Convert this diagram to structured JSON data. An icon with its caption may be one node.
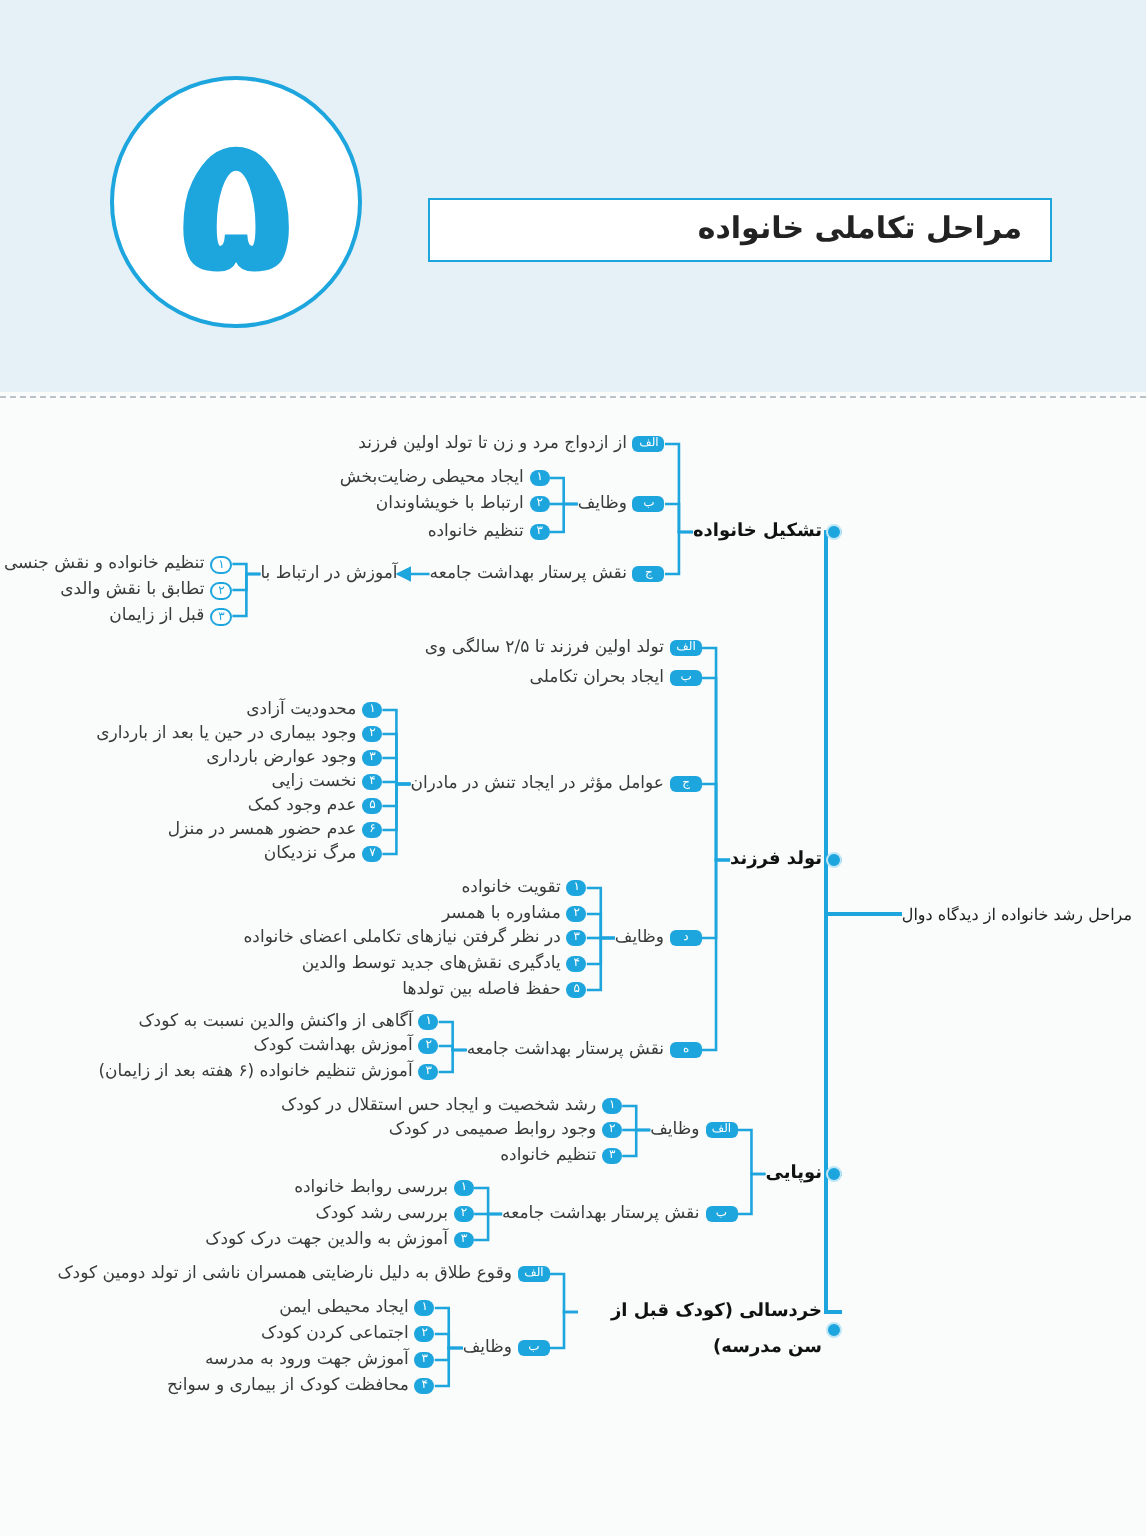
{
  "diagram": {
    "title": "مراحل تکاملی خانواده",
    "nodes": [
      {
        "text": [
          "مراحل رشد خانواده از دیدگاه دوال"
        ]
      },
      {
        "text": [
          "تشکیل خانواده"
        ]
      },
      {
        "text": [
          "تولد فرزند"
        ]
      },
      {
        "text": [
          "نوپایی"
        ]
      },
      {
        "text": [
          "خردسالی (کودک قبل از سن مدرسه)"
        ]
      },
      {
        "text": [
          "الف",
          "از ازدواج مرد و زن تا تولد اولین فرزند"
        ]
      },
      {
        "text": [
          "ب",
          "وظایف"
        ]
      },
      {
        "text": [
          "ج",
          "نقش پرستار بهداشت جامعه"
        ]
      },
      {
        "text": [
          "۱",
          "ایجاد محیطی رضایت‌بخش"
        ]
      },
      {
        "text": [
          "۲",
          "ارتباط با خویشاوندان"
        ]
      },
      {
        "text": [
          "۳",
          "تنظیم خانواده"
        ]
      },
      {
        "text": [
          "آموزش در ارتباط با"
        ]
      },
      {
        "text": [
          "۱",
          "تنظیم خانواده و نقش جنسی"
        ]
      },
      {
        "text": [
          "۲",
          "تطابق با نقش والدی"
        ]
      },
      {
        "text": [
          "۳",
          "قبل از زایمان"
        ]
      },
      {
        "text": [
          "الف",
          "تولد اولین فرزند تا ۲/۵ سالگی وی"
        ]
      },
      {
        "text": [
          "ب",
          "ایجاد بحران تکاملی"
        ]
      },
      {
        "text": [
          "ج",
          "عوامل مؤثر در ایجاد تنش در مادران"
        ]
      },
      {
        "text": [
          "د",
          "وظایف"
        ]
      },
      {
        "text": [
          "ه",
          "نقش پرستار بهداشت جامعه"
        ]
      },
      {
        "text": [
          "۱",
          "محدودیت آزادی"
        ]
      },
      {
        "text": [
          "۲",
          "وجود بیماری در حین یا بعد از بارداری"
        ]
      },
      {
        "text": [
          "۳",
          "وجود عوارض بارداری"
        ]
      },
      {
        "text": [
          "۴",
          "نخست زایی"
        ]
      },
      {
        "text": [
          "۵",
          "عدم وجود کمک"
        ]
      },
      {
        "text": [
          "۶",
          "عدم حضور همسر در منزل"
        ]
      },
      {
        "text": [
          "۷",
          "مرگ نزدیکان"
        ]
      },
      {
        "text": [
          "۱",
          "تقویت خانواده"
        ]
      },
      {
        "text": [
          "۲",
          "مشاوره با همسر"
        ]
      },
      {
        "text": [
          "۳",
          "در نظر گرفتن نیازهای تکاملی اعضای خانواده"
        ]
      },
      {
        "text": [
          "۴",
          "یادگیری نقش‌های جدید توسط والدین"
        ]
      },
      {
        "text": [
          "۵",
          "حفظ فاصله بین تولدها"
        ]
      },
      {
        "text": [
          "۱",
          "آگاهی از واکنش والدین نسبت به کودک"
        ]
      },
      {
        "text": [
          "۲",
          "آموزش بهداشت کودک"
        ]
      },
      {
        "text": [
          "۳",
          "آموزش تنظیم خانواده (۶ هفته بعد از زایمان)"
        ]
      },
      {
        "text": [
          "الف",
          "وظایف"
        ]
      },
      {
        "text": [
          "ب",
          "نقش پرستار بهداشت جامعه"
        ]
      },
      {
        "text": [
          "۱",
          "رشد شخصیت و ایجاد حس استقلال در کودک"
        ]
      },
      {
        "text": [
          "۲",
          "وجود روابط صمیمی در کودک"
        ]
      },
      {
        "text": [
          "۳",
          "تنظیم خانواده"
        ]
      },
      {
        "text": [
          "۱",
          "بررسی روابط خانواده"
        ]
      },
      {
        "text": [
          "۲",
          "بررسی رشد کودک"
        ]
      },
      {
        "text": [
          "۳",
          "آموزش به والدین جهت درک کودک"
        ]
      },
      {
        "text": [
          "الف",
          "وقوع طلاق به دلیل نارضایتی همسران ناشی از تولد دومین کودک"
        ]
      },
      {
        "text": [
          "ب",
          "وظایف"
        ]
      },
      {
        "text": [
          "۱",
          "ایجاد محیطی ایمن"
        ]
      },
      {
        "text": [
          "۲",
          "اجتماعی کردن کودک"
        ]
      },
      {
        "text": [
          "۳",
          "آموزش جهت ورود به مدرسه"
        ]
      },
      {
        "text": [
          "۴",
          "محافظت کودک از بیماری و سوانح"
        ]
      }
    ],
    "edges": [
      {
        "from": 0,
        "to": 1,
        "arrow": "none"
      },
      {
        "from": 0,
        "to": 2,
        "arrow": "none"
      },
      {
        "from": 0,
        "to": 3,
        "arrow": "none"
      },
      {
        "from": 0,
        "to": 4,
        "arrow": "none"
      },
      {
        "from": 1,
        "to": 5,
        "arrow": "none"
      },
      {
        "from": 1,
        "to": 6,
        "arrow": "none"
      },
      {
        "from": 1,
        "to": 7,
        "arrow": "none"
      },
      {
        "from": 6,
        "to": 8,
        "arrow": "none"
      },
      {
        "from": 6,
        "to": 9,
        "arrow": "none"
      },
      {
        "from": 6,
        "to": 10,
        "arrow": "none"
      },
      {
        "from": 7,
        "to": 11,
        "arrow": "to"
      },
      {
        "from": 11,
        "to": 12,
        "arrow": "none"
      },
      {
        "from": 11,
        "to": 13,
        "arrow": "none"
      },
      {
        "from": 11,
        "to": 14,
        "arrow": "none"
      },
      {
        "from": 2,
        "to": 15,
        "arrow": "none"
      },
      {
        "from": 2,
        "to": 16,
        "arrow": "none"
      },
      {
        "from": 2,
        "to": 17,
        "arrow": "none"
      },
      {
        "from": 2,
        "to": 18,
        "arrow": "none"
      },
      {
        "from": 2,
        "to": 19,
        "arrow": "none"
      },
      {
        "from": 17,
        "to": 20,
        "arrow": "none"
      },
      {
        "from": 17,
        "to": 21,
        "arrow": "none"
      },
      {
        "from": 17,
        "to": 22,
        "arrow": "none"
      },
      {
        "from": 17,
        "to": 23,
        "arrow": "none"
      },
      {
        "from": 17,
        "to": 24,
        "arrow": "none"
      },
      {
        "from": 17,
        "to": 25,
        "arrow": "none"
      },
      {
        "from": 17,
        "to": 26,
        "arrow": "none"
      },
      {
        "from": 18,
        "to": 27,
        "arrow": "none"
      },
      {
        "from": 18,
        "to": 28,
        "arrow": "none"
      },
      {
        "from": 18,
        "to": 29,
        "arrow": "none"
      },
      {
        "from": 18,
        "to": 30,
        "arrow": "none"
      },
      {
        "from": 18,
        "to": 31,
        "arrow": "none"
      },
      {
        "from": 19,
        "to": 32,
        "arrow": "none"
      },
      {
        "from": 19,
        "to": 33,
        "arrow": "none"
      },
      {
        "from": 19,
        "to": 34,
        "arrow": "none"
      },
      {
        "from": 3,
        "to": 35,
        "arrow": "none"
      },
      {
        "from": 3,
        "to": 36,
        "arrow": "none"
      },
      {
        "from": 35,
        "to": 37,
        "arrow": "none"
      },
      {
        "from": 35,
        "to": 38,
        "arrow": "none"
      },
      {
        "from": 35,
        "to": 39,
        "arrow": "none"
      },
      {
        "from": 36,
        "to": 40,
        "arrow": "none"
      },
      {
        "from": 36,
        "to": 41,
        "arrow": "none"
      },
      {
        "from": 36,
        "to": 42,
        "arrow": "none"
      },
      {
        "from": 4,
        "to": 43,
        "arrow": "none"
      },
      {
        "from": 4,
        "to": 44,
        "arrow": "none"
      },
      {
        "from": 44,
        "to": 45,
        "arrow": "none"
      },
      {
        "from": 44,
        "to": 46,
        "arrow": "none"
      },
      {
        "from": 44,
        "to": 47,
        "arrow": "none"
      },
      {
        "from": 44,
        "to": 48,
        "arrow": "none"
      }
    ],
    "labels": [
      "۵"
    ]
  }
}
